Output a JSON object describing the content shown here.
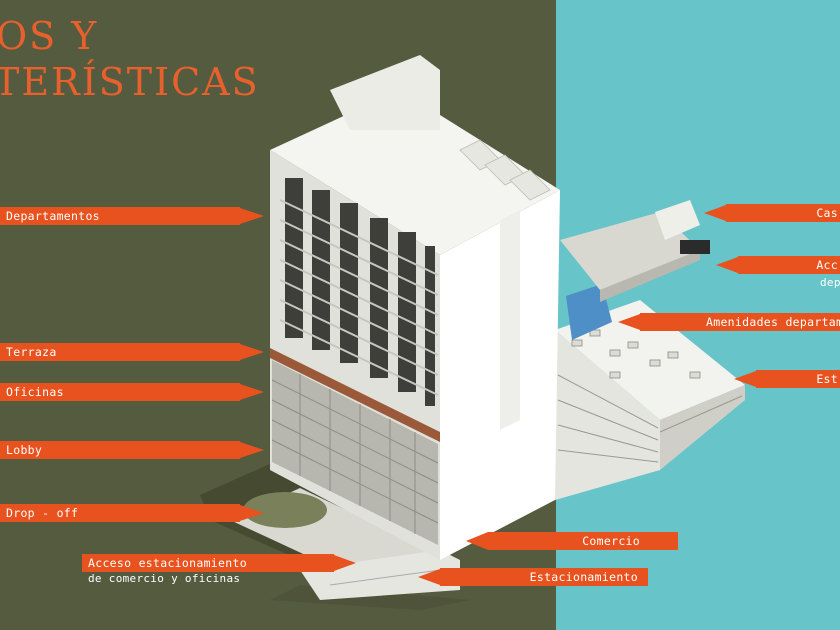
{
  "title": {
    "line1": "OS Y",
    "line2": "TERÍSTICAS"
  },
  "labels": {
    "departamentos": "Departamentos",
    "terraza": "Terraza",
    "oficinas": "Oficinas",
    "lobby": "Lobby",
    "dropoff": "Drop - off",
    "acceso_line1": "Acceso estacionamiento",
    "acceso_line2": "de comercio y oficinas",
    "comercio": "Comercio",
    "estacionamiento": "Estacionamiento",
    "amenidades": "Amenidades departam",
    "cas": "Cas",
    "acc_line1": "Acc",
    "acc_line2": "dep",
    "est": "Est"
  },
  "colors": {
    "left_bg": "#555b3f",
    "right_bg": "#67c4c8",
    "accent": "#e8521e",
    "title": "#e8602c"
  }
}
